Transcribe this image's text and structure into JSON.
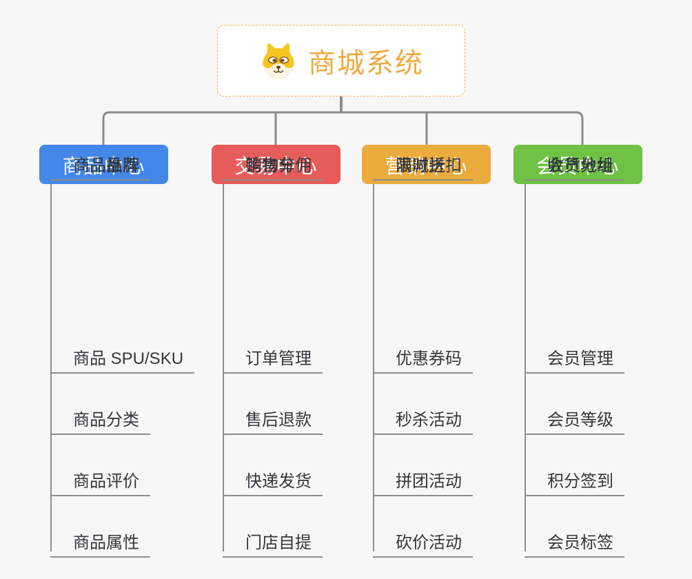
{
  "canvas": {
    "background": "#f7f7f7"
  },
  "root": {
    "title": "商城系统",
    "icon": "dog-face",
    "text_color": "#f1a93e",
    "border_color": "#f3b342",
    "background": "#ffffff"
  },
  "connectors": {
    "color": "#8b8b8b"
  },
  "leaf_style": {
    "text_color": "#32373d",
    "line_color": "#8d8d8d"
  },
  "branches": [
    {
      "label": "商品中心",
      "color": "#4387e9",
      "items": [
        "商品 SPU/SKU",
        "商品分类",
        "商品评价",
        "商品属性",
        "商品推荐",
        "商品品牌"
      ]
    },
    {
      "label": "交易中心",
      "color": "#e65c5a",
      "items": [
        "订单管理",
        "售后退款",
        "快递发货",
        "门店自提",
        "购物车",
        "销售分佣"
      ]
    },
    {
      "label": "营销中心",
      "color": "#ebab3d",
      "items": [
        "优惠券码",
        "秒杀活动",
        "拼团活动",
        "砍价活动",
        "限时折扣",
        "满减送"
      ]
    },
    {
      "label": "会员中心",
      "color": "#6fc244",
      "items": [
        "会员管理",
        "会员等级",
        "积分签到",
        "会员标签",
        "会员分组",
        "收货地址"
      ]
    }
  ]
}
